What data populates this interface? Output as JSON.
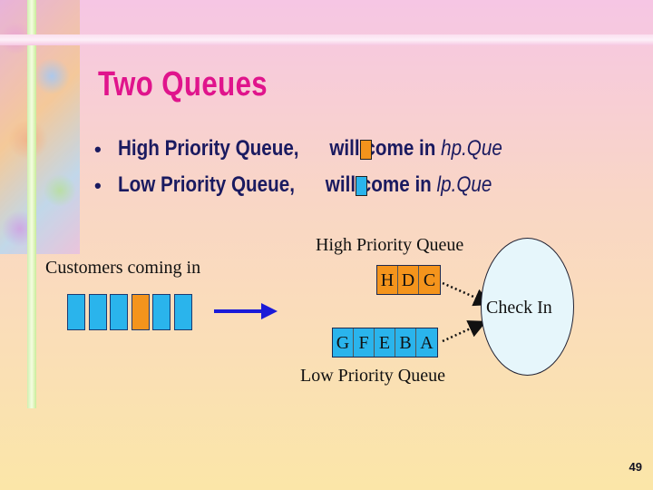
{
  "title": "Two Queues",
  "bullets": [
    {
      "text": "High Priority Queue,",
      "suffix": "will come in",
      "italic": "hp.Que",
      "box_color": "#f4941c"
    },
    {
      "text": "Low Priority Queue,",
      "suffix": "will come in",
      "italic": "lp.Que",
      "box_color": "#2ab4ec"
    }
  ],
  "diagram": {
    "customers_label": "Customers coming in",
    "customer_queue": [
      "#2ab4ec",
      "#2ab4ec",
      "#2ab4ec",
      "#f4941c",
      "#2ab4ec",
      "#2ab4ec"
    ],
    "high_queue_label": "High Priority Queue",
    "high_queue_letters": [
      "H",
      "D",
      "C"
    ],
    "high_queue_color": "#f4941c",
    "low_queue_label": "Low Priority Queue",
    "low_queue_letters": [
      "G",
      "F",
      "E",
      "B",
      "A"
    ],
    "low_queue_color": "#2ab4ec",
    "check_in_label": "Check In",
    "arrow_color": "#1a1ad8"
  },
  "slide_number": "49"
}
